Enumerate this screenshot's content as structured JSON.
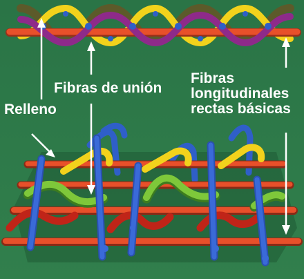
{
  "labels": {
    "union": "Fibras de unión",
    "relleno": "Relleno",
    "longitudinal_line1": "Fibras",
    "longitudinal_line2": "longitudinales",
    "longitudinal_line3": "rectas básicas"
  },
  "colors": {
    "background": "#2e7d4a",
    "straight_fiber": "#e8502a",
    "fill_fiber": "#2f5fc8",
    "binder_yellow": "#f2d21c",
    "binder_green": "#7ec83a",
    "binder_purple": "#8e2a8a",
    "binder_olive": "#5c5a2a",
    "label_text": "#ffffff"
  }
}
